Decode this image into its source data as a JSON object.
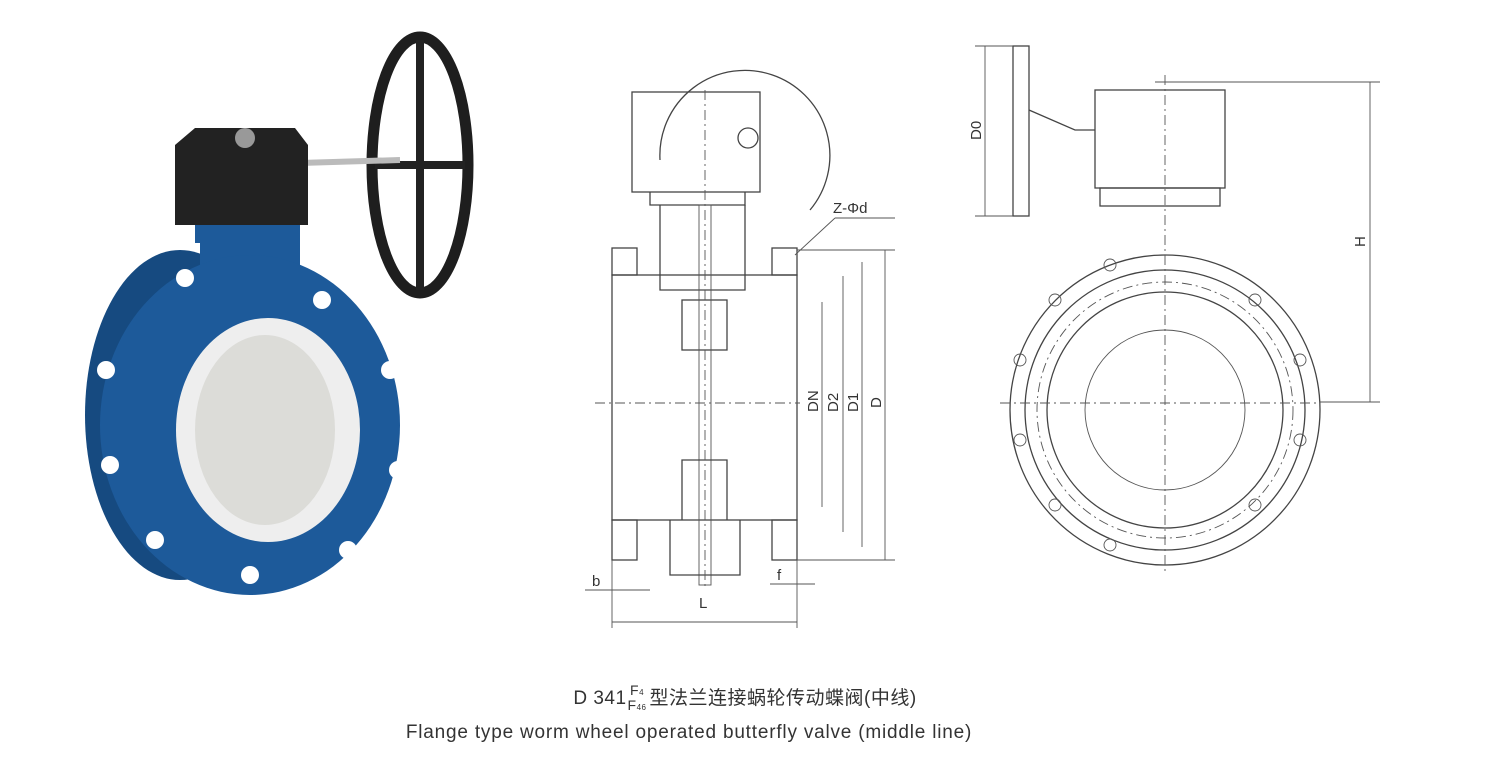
{
  "labels": {
    "bolt_holes": "Z-Φd",
    "nominal_diameter": "DN",
    "d2": "D2",
    "d1": "D1",
    "d": "D",
    "flange_thickness": "b",
    "raised_face": "f",
    "length": "L",
    "handwheel_diameter": "D0",
    "height": "H"
  },
  "caption": {
    "model_prefix": "D 341",
    "variant_top": "F",
    "variant_top_sub": "4",
    "variant_bottom": "F",
    "variant_bottom_sub": "46",
    "title_cn": "型法兰连接蜗轮传动蝶阀(中线)",
    "title_en": "Flange type worm wheel operated butterfly valve (middle line)"
  },
  "colors": {
    "body_blue": "#1d5a9a",
    "liner_white": "#eeeeee",
    "gear_black": "#222222"
  }
}
